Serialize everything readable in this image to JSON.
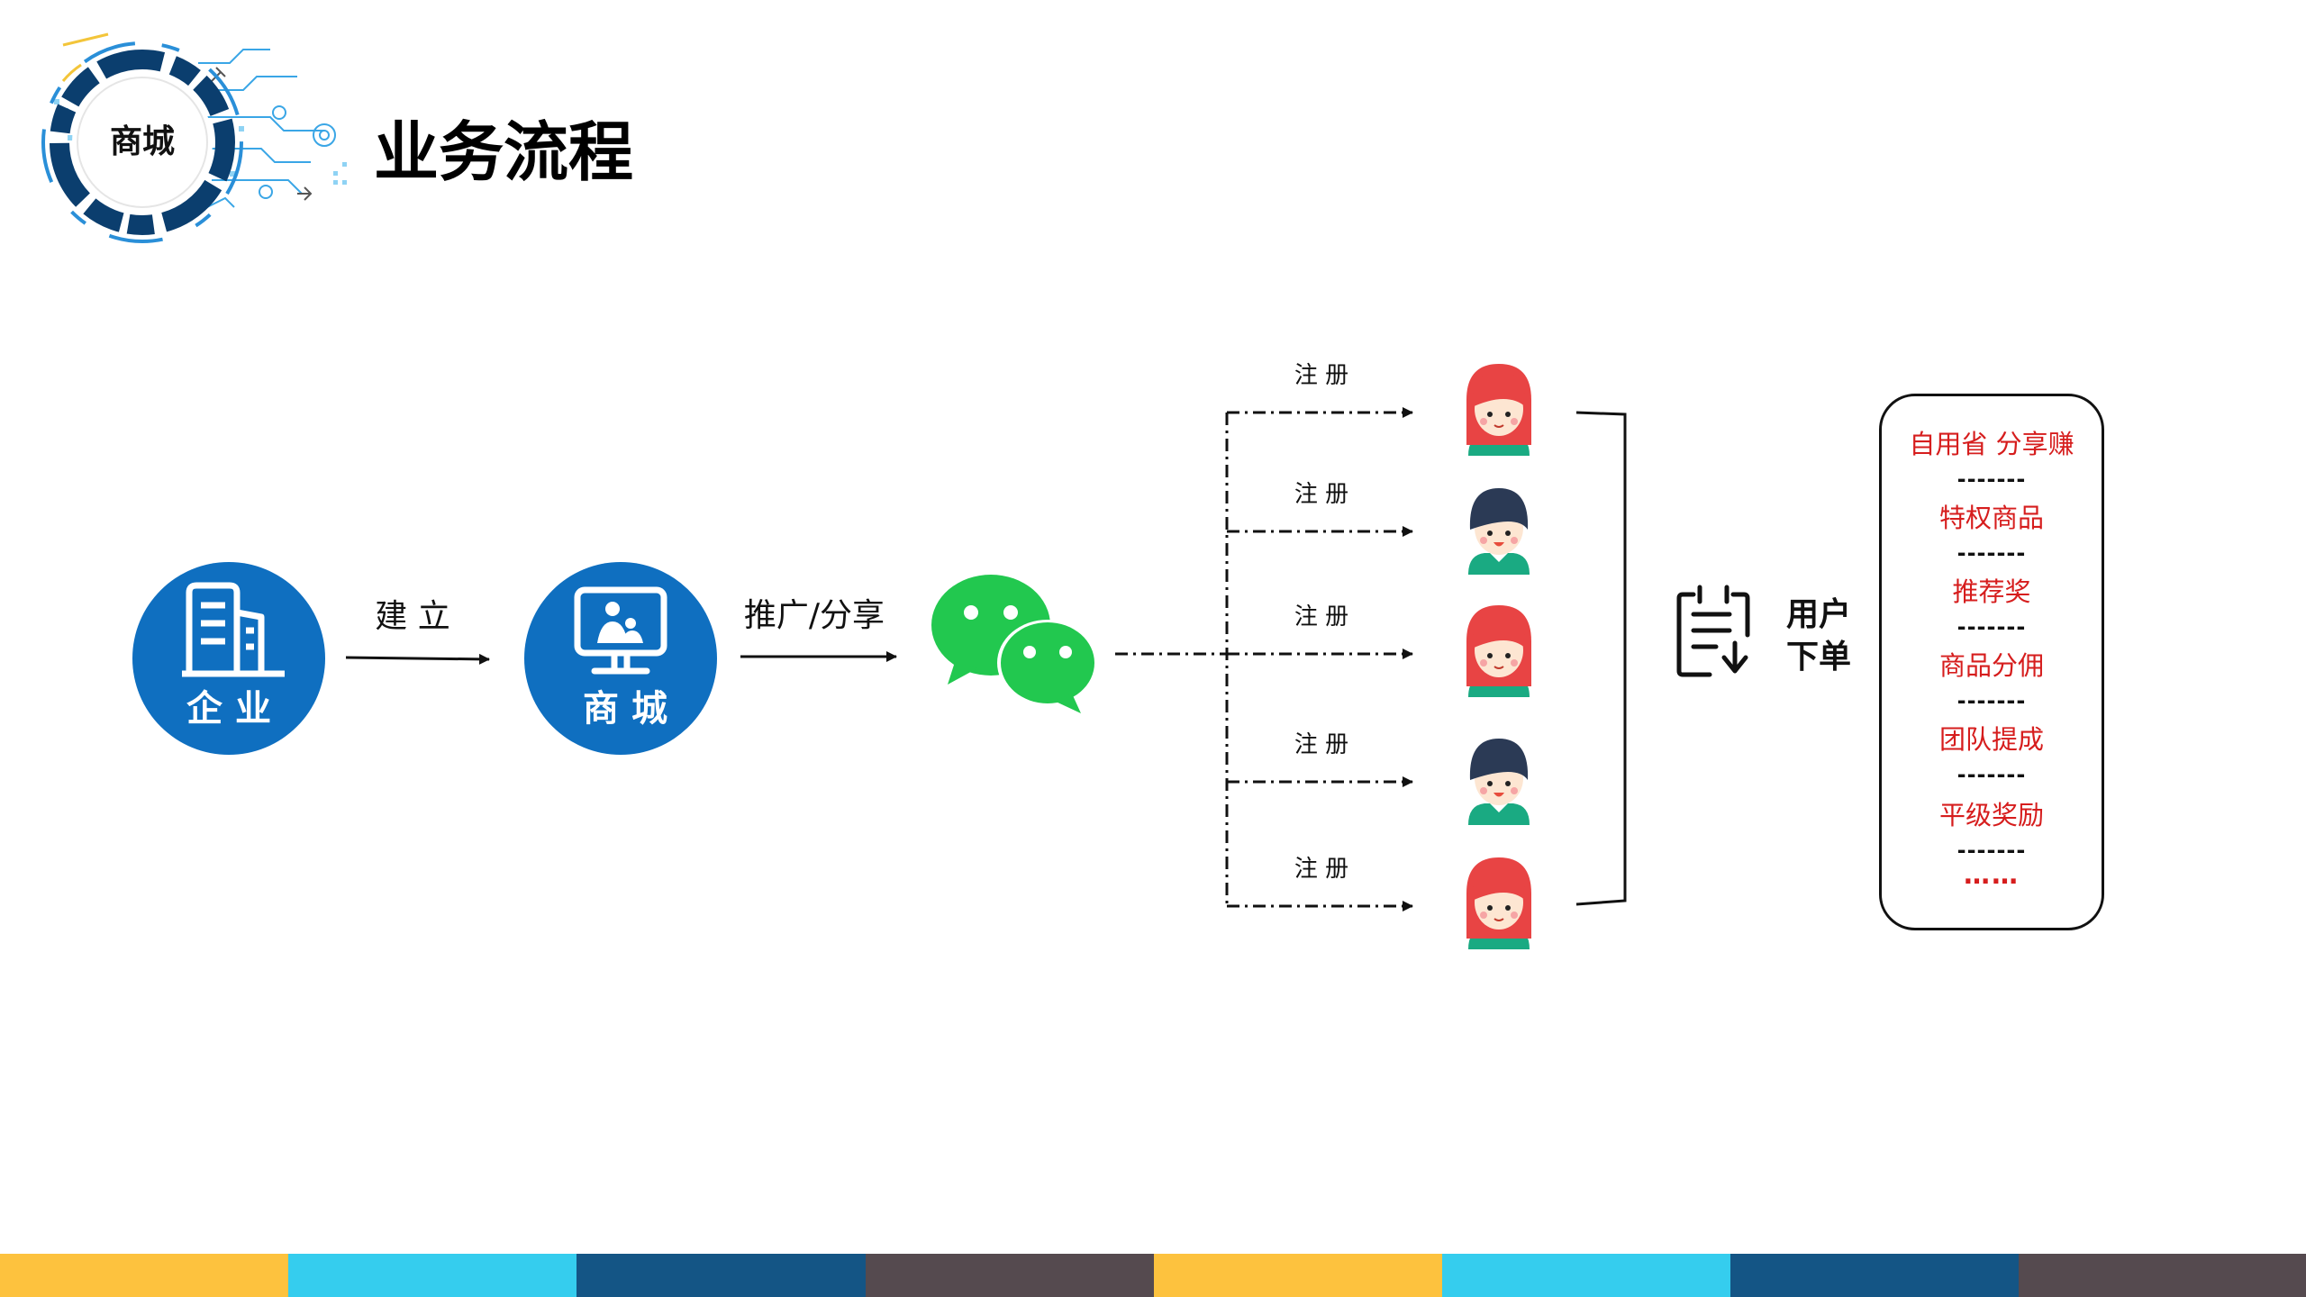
{
  "header": {
    "logo_label": "商城",
    "title": "业务流程"
  },
  "flow": {
    "enterprise_label": "企 业",
    "build_label": "建 立",
    "mall_label": "商 城",
    "promote_label": "推广/分享",
    "register_label": "注 册",
    "order_label_line1": "用户",
    "order_label_line2": "下单"
  },
  "users": [
    {
      "gender": "female"
    },
    {
      "gender": "male"
    },
    {
      "gender": "female"
    },
    {
      "gender": "male"
    },
    {
      "gender": "female"
    }
  ],
  "rewards": {
    "items": [
      "自用省  分享赚",
      "特权商品",
      "推荐奖",
      "商品分佣",
      "团队提成",
      "平级奖励",
      "……"
    ],
    "separator": "-------"
  },
  "colors": {
    "primary_blue": "#0f6fc0",
    "wechat_green": "#22c84f",
    "reward_red": "#d61d1d",
    "female_hair": "#e84444",
    "male_hair": "#2b3a55",
    "shirt_teal": "#1aaa82",
    "footer": [
      "#fdc23e",
      "#35cdee",
      "#145585",
      "#554a4f",
      "#fdc23e",
      "#35cdee",
      "#145585",
      "#554a4f"
    ]
  }
}
